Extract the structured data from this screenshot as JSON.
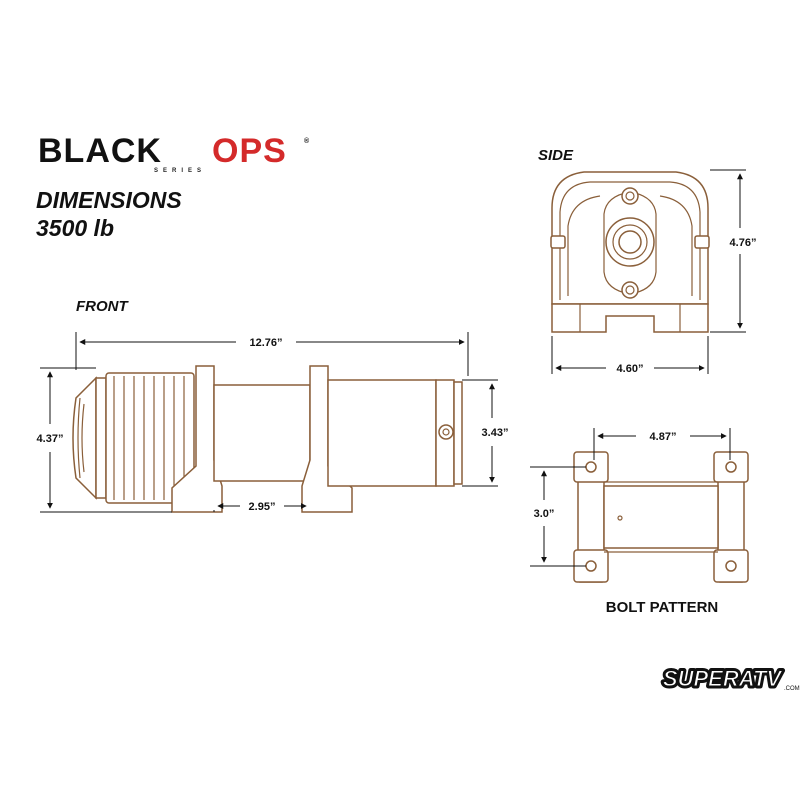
{
  "logo": {
    "word_black": "BLACK",
    "word_ops": "OPS",
    "series": "SERIES",
    "registered": "®"
  },
  "heading": {
    "line1": "DIMENSIONS",
    "line2": "3500 lb"
  },
  "views": {
    "front": {
      "title": "FRONT",
      "length": "12.76”",
      "height_overall": "4.37”",
      "height_drum": "3.43”",
      "foot_spacing": "2.95”"
    },
    "side": {
      "title": "SIDE",
      "height": "4.76”",
      "width": "4.60”"
    },
    "bolt_pattern": {
      "title": "BOLT PATTERN",
      "width": "4.87”",
      "depth": "3.0”"
    }
  },
  "brand": {
    "name": "SUPERATV",
    "suffix": ".COM"
  },
  "colors": {
    "outline": "#8a5f3a",
    "logo_red": "#d42a2a",
    "text": "#111111"
  }
}
